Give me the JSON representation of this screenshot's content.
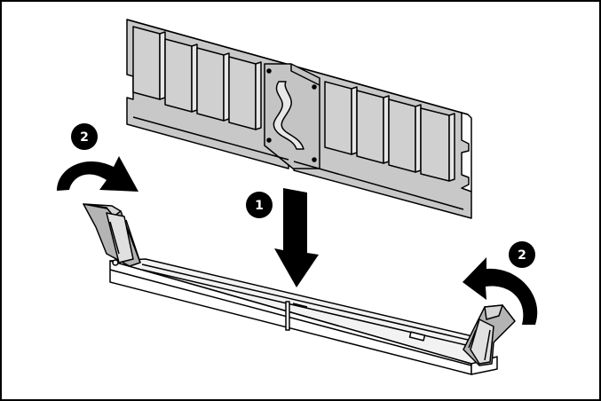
{
  "callouts": {
    "step_insert": "1",
    "step_latch_left": "2",
    "step_latch_right": "2"
  },
  "colors": {
    "frame": "#000000",
    "module_fill": "#c8c8c8",
    "chip_fill": "#d0d0d0",
    "heatspreader_fill": "#c4c4c4",
    "slot_fill": "#f2f2f2",
    "latch_fill": "#b4b4b4",
    "arrow_fill": "#000000",
    "callout_fill": "#000000",
    "callout_text": "#ffffff"
  }
}
